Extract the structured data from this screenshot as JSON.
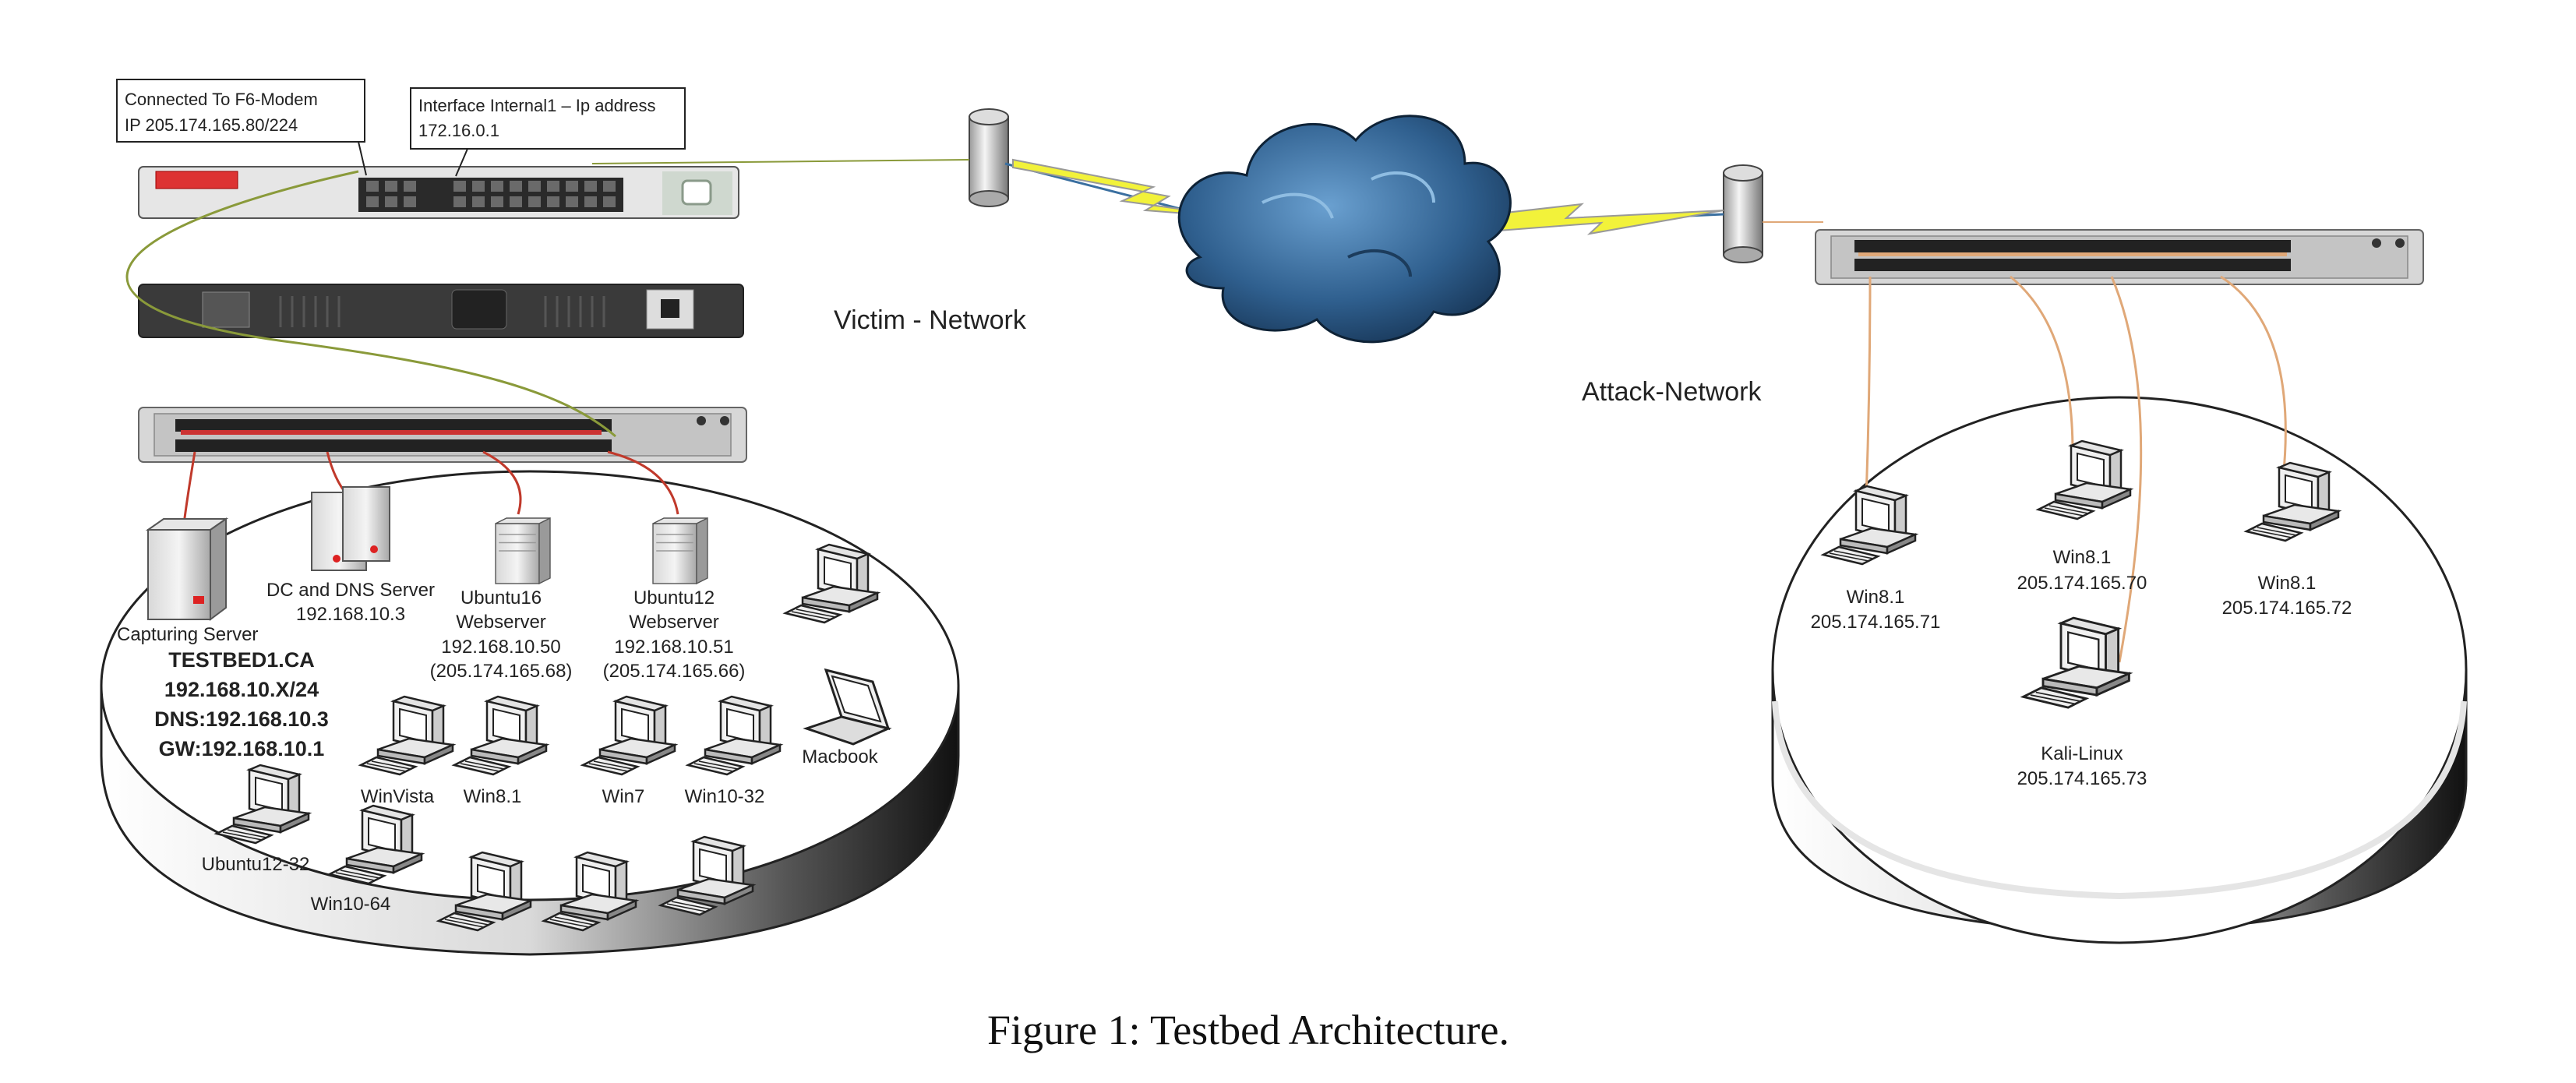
{
  "callouts": {
    "fortigate": {
      "line1": "Connected To F6-Modem",
      "line2": "IP 205.174.165.80/224"
    },
    "interface": {
      "line1": "Interface Internal1 – Ip address",
      "line2": "172.16.0.1"
    }
  },
  "networks": {
    "victim": "Victim - Network",
    "attack": "Attack-Network"
  },
  "victim": {
    "capturing_server": "Capturing Server",
    "dc_dns": {
      "name": "DC and DNS Server",
      "ip": "192.168.10.3"
    },
    "ubuntu16": {
      "name": "Ubuntu16",
      "role": "Webserver",
      "ip": "192.168.10.50",
      "public_ip": "(205.174.165.68)"
    },
    "ubuntu12": {
      "name": "Ubuntu12",
      "role": "Webserver",
      "ip": "192.168.10.51",
      "public_ip": "(205.174.165.66)"
    },
    "testbed": {
      "domain": "TESTBED1.CA",
      "subnet": "192.168.10.X/24",
      "dns": "DNS:192.168.10.3",
      "gw": "GW:192.168.10.1"
    },
    "clients": {
      "winvista": "WinVista",
      "win81": "Win8.1",
      "win7": "Win7",
      "win10_32": "Win10-32",
      "macbook": "Macbook",
      "ubuntu12_32": "Ubuntu12-32",
      "win10_64": "Win10-64"
    }
  },
  "attack": {
    "win81_a": {
      "name": "Win8.1",
      "ip": "205.174.165.71"
    },
    "win81_b": {
      "name": "Win8.1",
      "ip": "205.174.165.70"
    },
    "win81_c": {
      "name": "Win8.1",
      "ip": "205.174.165.72"
    },
    "kali": {
      "name": "Kali-Linux",
      "ip": "205.174.165.73"
    }
  },
  "caption": "Figure 1: Testbed Architecture.",
  "colors": {
    "cloud": "#2f5f8e",
    "lightning": "#f2f23a",
    "victim_cable": "#c0392b",
    "attack_cable": "#e0a878",
    "wan_cable": "#8a9a3a"
  },
  "icons": [
    "router-icon",
    "cloud-icon",
    "lightning-icon",
    "firewall-icon",
    "switch-icon",
    "server-icon",
    "workstation-icon",
    "laptop-icon"
  ]
}
